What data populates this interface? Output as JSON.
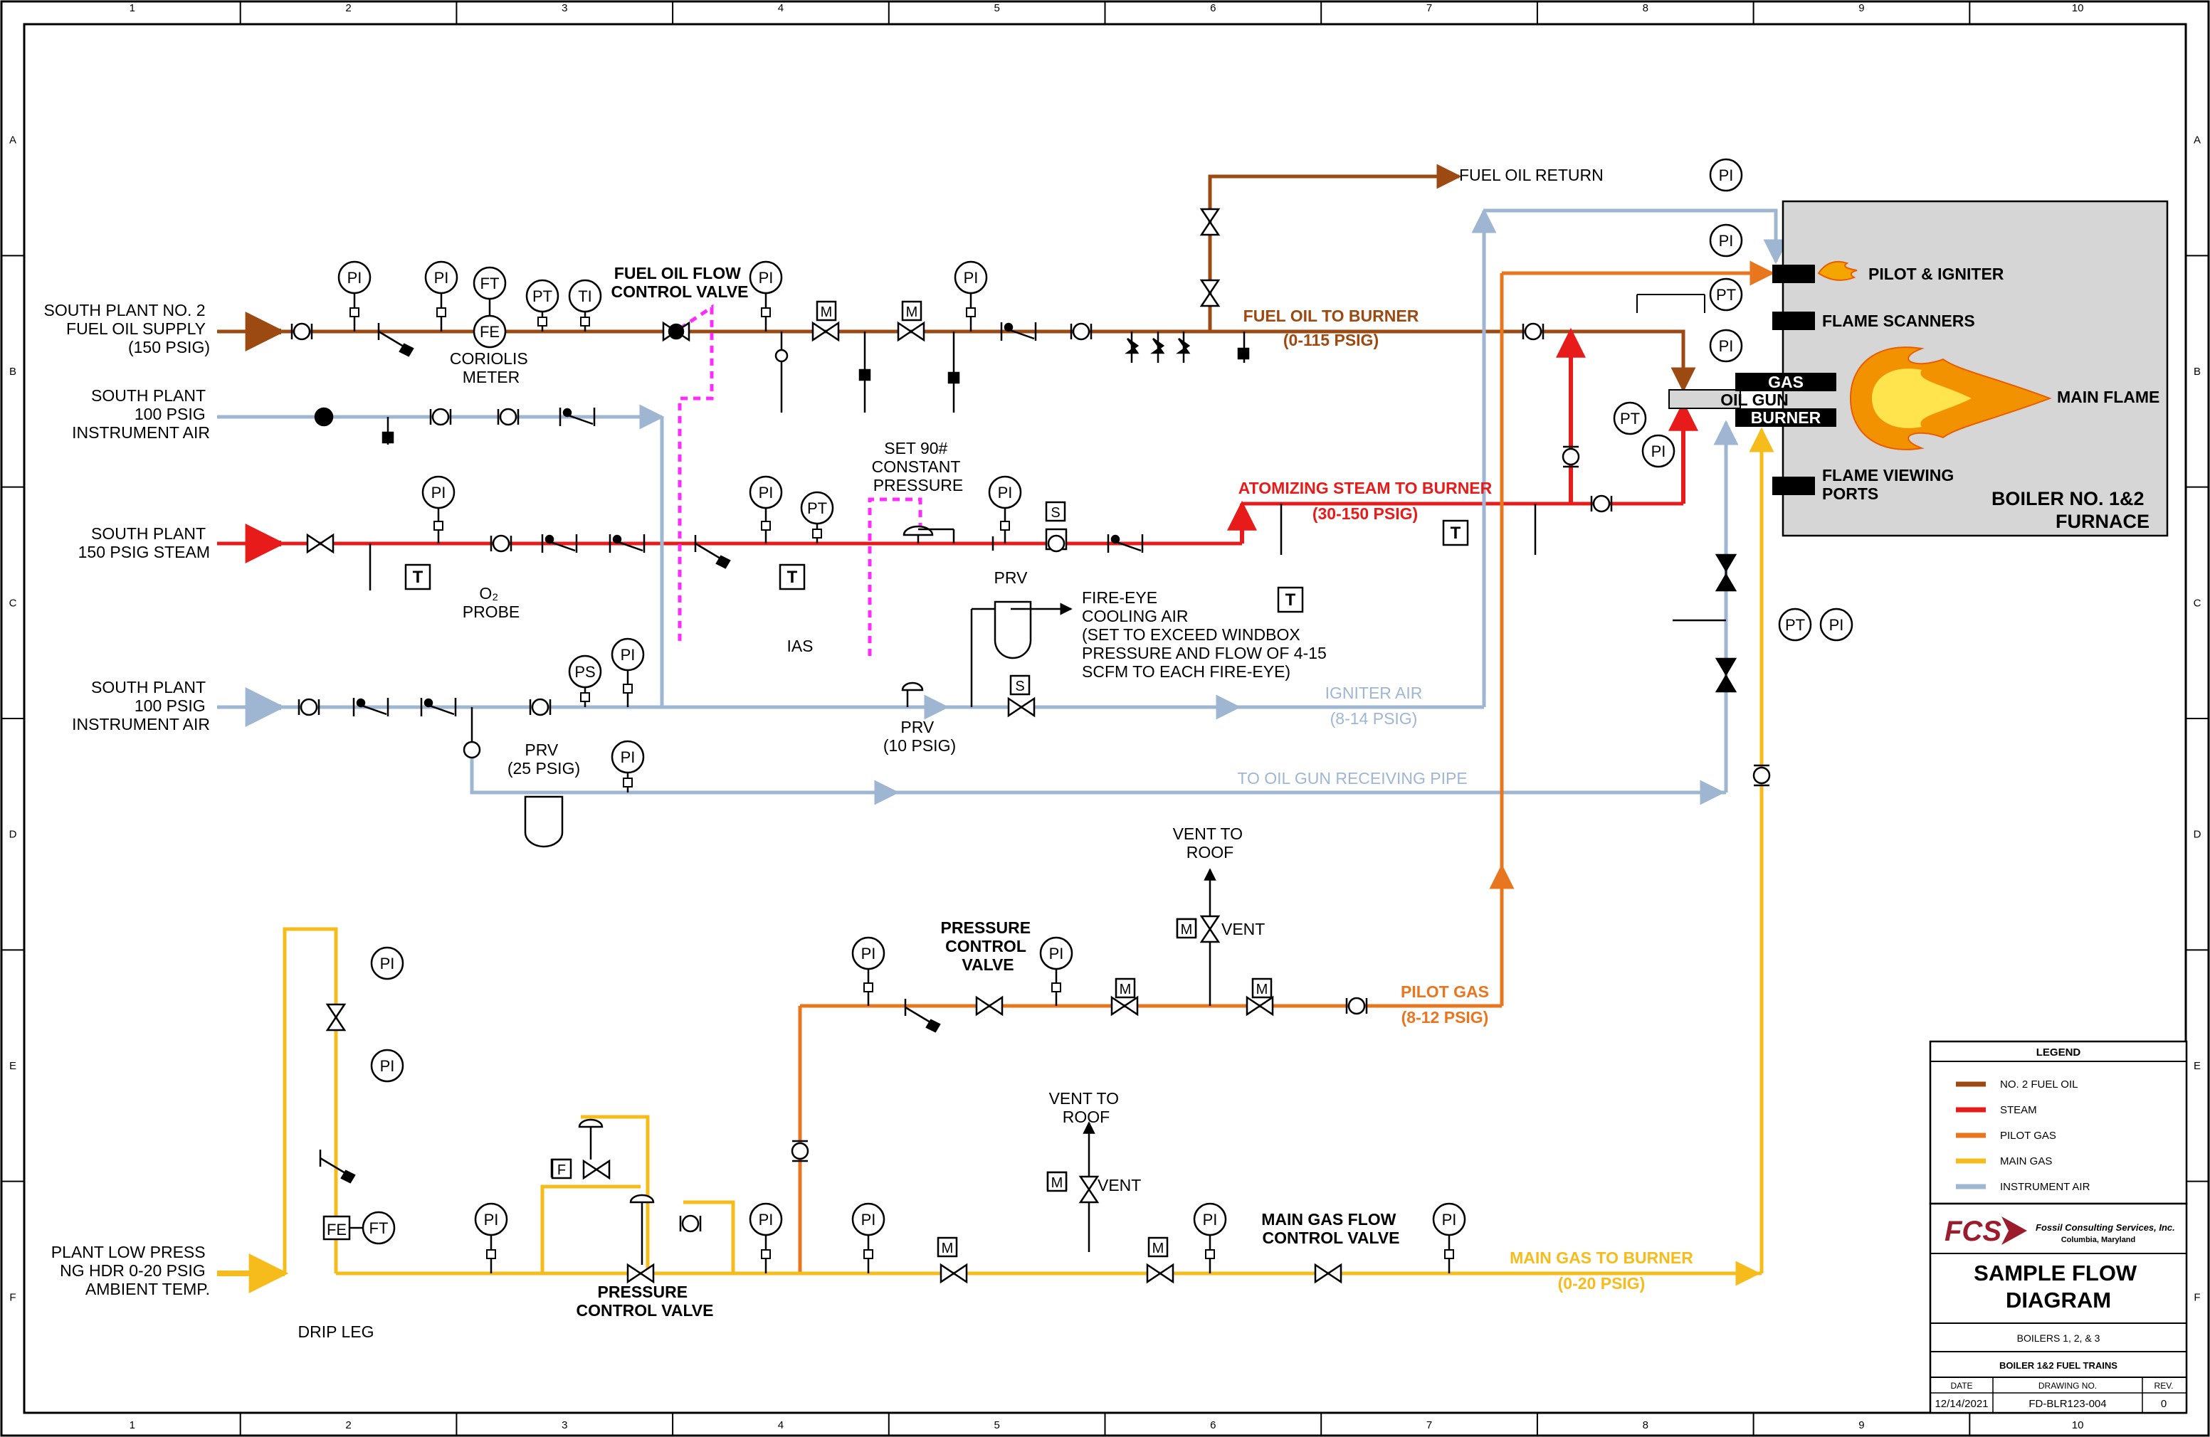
{
  "border": {
    "columns": [
      "1",
      "2",
      "3",
      "4",
      "5",
      "6",
      "7",
      "8",
      "9",
      "10"
    ],
    "rows": [
      "A",
      "B",
      "C",
      "D",
      "E",
      "F"
    ]
  },
  "sources": {
    "fuel_oil": [
      "SOUTH PLANT NO. 2",
      "FUEL OIL SUPPLY",
      "(150 PSIG)"
    ],
    "air_top": [
      "SOUTH PLANT",
      "100 PSIG",
      "INSTRUMENT AIR"
    ],
    "steam": [
      "SOUTH PLANT",
      "150 PSIG STEAM"
    ],
    "air_bottom": [
      "SOUTH PLANT",
      "100 PSIG",
      "INSTRUMENT AIR"
    ],
    "gas": [
      "PLANT LOW PRESS",
      "NG HDR 0-20 PSIG",
      "AMBIENT TEMP."
    ]
  },
  "labels": {
    "fuel_oil_return": "FUEL OIL RETURN",
    "fuel_oil_to_burner": "FUEL OIL TO BURNER",
    "fuel_oil_to_burner_range": "(0-115 PSIG)",
    "fuel_oil_flow_cv": [
      "FUEL OIL FLOW",
      "CONTROL VALVE"
    ],
    "coriolis": [
      "CORIOLIS",
      "METER"
    ],
    "set_90": [
      "SET 90#",
      "CONSTANT",
      "PRESSURE"
    ],
    "atomizing_steam": "ATOMIZING STEAM TO BURNER",
    "atomizing_range": "(30-150 PSIG)",
    "prv_fireeye": "PRV",
    "fireeye_text": [
      "FIRE-EYE",
      "COOLING AIR",
      "(SET TO EXCEED WINDBOX",
      "PRESSURE AND FLOW OF 4-15",
      "SCFM TO EACH FIRE-EYE)"
    ],
    "o2_probe": [
      "O₂",
      "PROBE"
    ],
    "ias": "IAS",
    "prv_10": [
      "PRV",
      "(10 PSIG)"
    ],
    "igniter_air": "IGNITER AIR",
    "igniter_range": "(8-14 PSIG)",
    "prv_25": [
      "PRV",
      "(25 PSIG)"
    ],
    "oil_gun_pipe": "TO OIL GUN RECEIVING PIPE",
    "vent_to_roof_top": [
      "VENT TO",
      "ROOF"
    ],
    "vent_to_roof_bottom": [
      "VENT TO",
      "ROOF"
    ],
    "vent": "VENT",
    "pressure_cv_top": [
      "PRESSURE",
      "CONTROL",
      "VALVE"
    ],
    "pilot_gas": "PILOT GAS",
    "pilot_gas_range": "(8-12 PSIG)",
    "pressure_cv_bottom": [
      "PRESSURE",
      "CONTROL VALVE"
    ],
    "main_gas_flow_cv": [
      "MAIN GAS FLOW",
      "CONTROL VALVE"
    ],
    "main_gas_to_burner": "MAIN GAS TO BURNER",
    "main_gas_range": "(0-20 PSIG)",
    "drip_leg": "DRIP LEG"
  },
  "furnace": {
    "pilot_igniter": "PILOT & IGNITER",
    "flame_scanners": "FLAME SCANNERS",
    "gas": "GAS",
    "oil_gun": "OIL GUN",
    "burner": "BURNER",
    "main_flame": "MAIN FLAME",
    "flame_viewing_ports": [
      "FLAME VIEWING",
      "PORTS"
    ],
    "boiler_name": [
      "BOILER NO. 1&2",
      "FURNACE"
    ]
  },
  "instruments": {
    "pi": "PI",
    "pt": "PT",
    "ft": "FT",
    "fe": "FE",
    "ti": "TI",
    "ps": "PS",
    "m": "M",
    "s": "S",
    "t": "T",
    "f": "F"
  },
  "legend": {
    "title": "LEGEND",
    "items": [
      {
        "label": "NO. 2 FUEL OIL",
        "color": "#9c4a12"
      },
      {
        "label": "STEAM",
        "color": "#e81b1b"
      },
      {
        "label": "PILOT GAS",
        "color": "#e8761e"
      },
      {
        "label": "MAIN GAS",
        "color": "#f5bc1c"
      },
      {
        "label": "INSTRUMENT AIR",
        "color": "#9fb6d3"
      }
    ]
  },
  "titleblock": {
    "company_logo": "FCS",
    "company_name": "Fossil Consulting Services, Inc.",
    "company_location": "Columbia, Maryland",
    "title": [
      "SAMPLE FLOW",
      "DIAGRAM"
    ],
    "subtitle": "BOILERS 1, 2, & 3",
    "subtitle2": "BOILER 1&2 FUEL TRAINS",
    "date_hdr": "DATE",
    "drawing_hdr": "DRAWING NO.",
    "rev_hdr": "REV.",
    "date": "12/14/2021",
    "drawing_no": "FD-BLR123-004",
    "rev": "0"
  },
  "colors": {
    "fuel_oil": "#9c4a12",
    "steam": "#e81b1b",
    "pilot_gas": "#e8761e",
    "main_gas": "#f5bc1c",
    "instrument_air": "#9fb6d3",
    "signal": "#ff2bff",
    "furnace_fill": "#d6d6d6"
  }
}
